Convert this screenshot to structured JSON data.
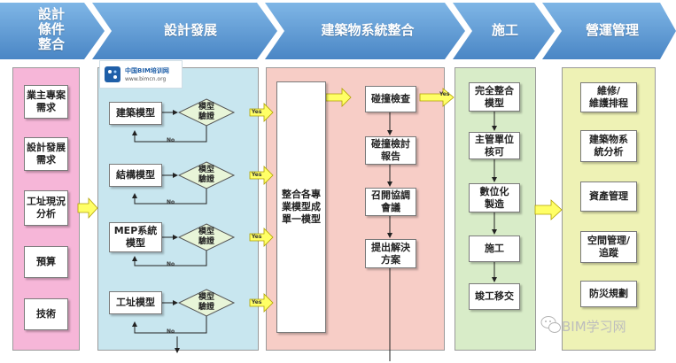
{
  "phases": [
    {
      "label": "設計\n條件\n整合"
    },
    {
      "label": "設計發展"
    },
    {
      "label": "建築物系統整合"
    },
    {
      "label": "施工"
    },
    {
      "label": "營運管理"
    }
  ],
  "logo": {
    "title": "中国BIM培训网",
    "url": "www.bimcn.org"
  },
  "lane1": [
    "業主專案\n需求",
    "設計發展\n需求",
    "工址現況\n分析",
    "預算",
    "技術"
  ],
  "models": [
    {
      "label": "建築模型",
      "check": "模型\n驗證"
    },
    {
      "label": "結構模型",
      "check": "模型\n驗證"
    },
    {
      "label": "MEP系統\n模型",
      "check": "模型\n驗證"
    },
    {
      "label": "工址模型",
      "check": "模型\n驗證"
    }
  ],
  "flow_yes": "Yes",
  "flow_no": "No",
  "integrate": "整合各專\n業模型成\n單一模型",
  "clash": [
    "碰撞檢查",
    "碰撞檢討\n報告",
    "召開協調\n會議",
    "提出解決\n方案"
  ],
  "construction": [
    "完全整合\n模型",
    "主管單位\n核可",
    "數位化\n製造",
    "施工",
    "竣工移交"
  ],
  "operations": [
    "維修/\n維護排程",
    "建築物系\n統分析",
    "資產管理",
    "空間管理/\n追蹤",
    "防災規劃"
  ],
  "watermark": "BIM学习网",
  "colors": {
    "phase_blue": "#5b9bd5",
    "lane_pink": "#f6b6d8",
    "lane_cyan": "#c8e6ef",
    "lane_salmon": "#f7cdc6",
    "lane_green": "#d8ecc8",
    "lane_lime": "#eef2b5",
    "arrow_yellow": "#ffff66",
    "diamond_green": "#e8f5d8"
  }
}
